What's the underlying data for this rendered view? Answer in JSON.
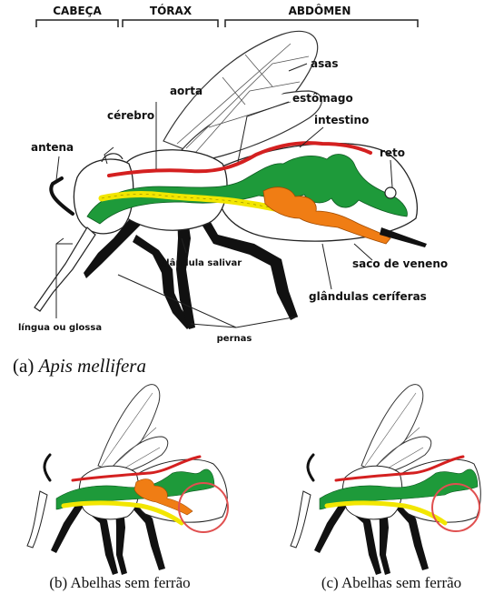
{
  "sections": {
    "head": "CABEÇA",
    "thorax": "TÓRAX",
    "abdomen": "ABDÔMEN"
  },
  "labels": {
    "wings": "asas",
    "aorta": "aorta",
    "stomach": "estômago",
    "brain": "cérebro",
    "intestine": "intestino",
    "antenna": "antena",
    "rectum": "reto",
    "salivary_gland": "glândula salivar",
    "venom_sac": "saco de veneno",
    "wax_glands": "glândulas ceríferas",
    "tongue": "língua ou glossa",
    "legs": "pernas"
  },
  "captions": {
    "a_prefix": "(a) ",
    "a_species": "Apis mellifera",
    "b": "(b) Abelhas sem ferrão",
    "c": "(c) Abelhas sem ferrão"
  },
  "colors": {
    "aorta": "#d42020",
    "digestive": "#1e9a3a",
    "salivary": "#f2e600",
    "venom": "#f07d14",
    "legs": "#111111",
    "highlight": "#e05050"
  }
}
